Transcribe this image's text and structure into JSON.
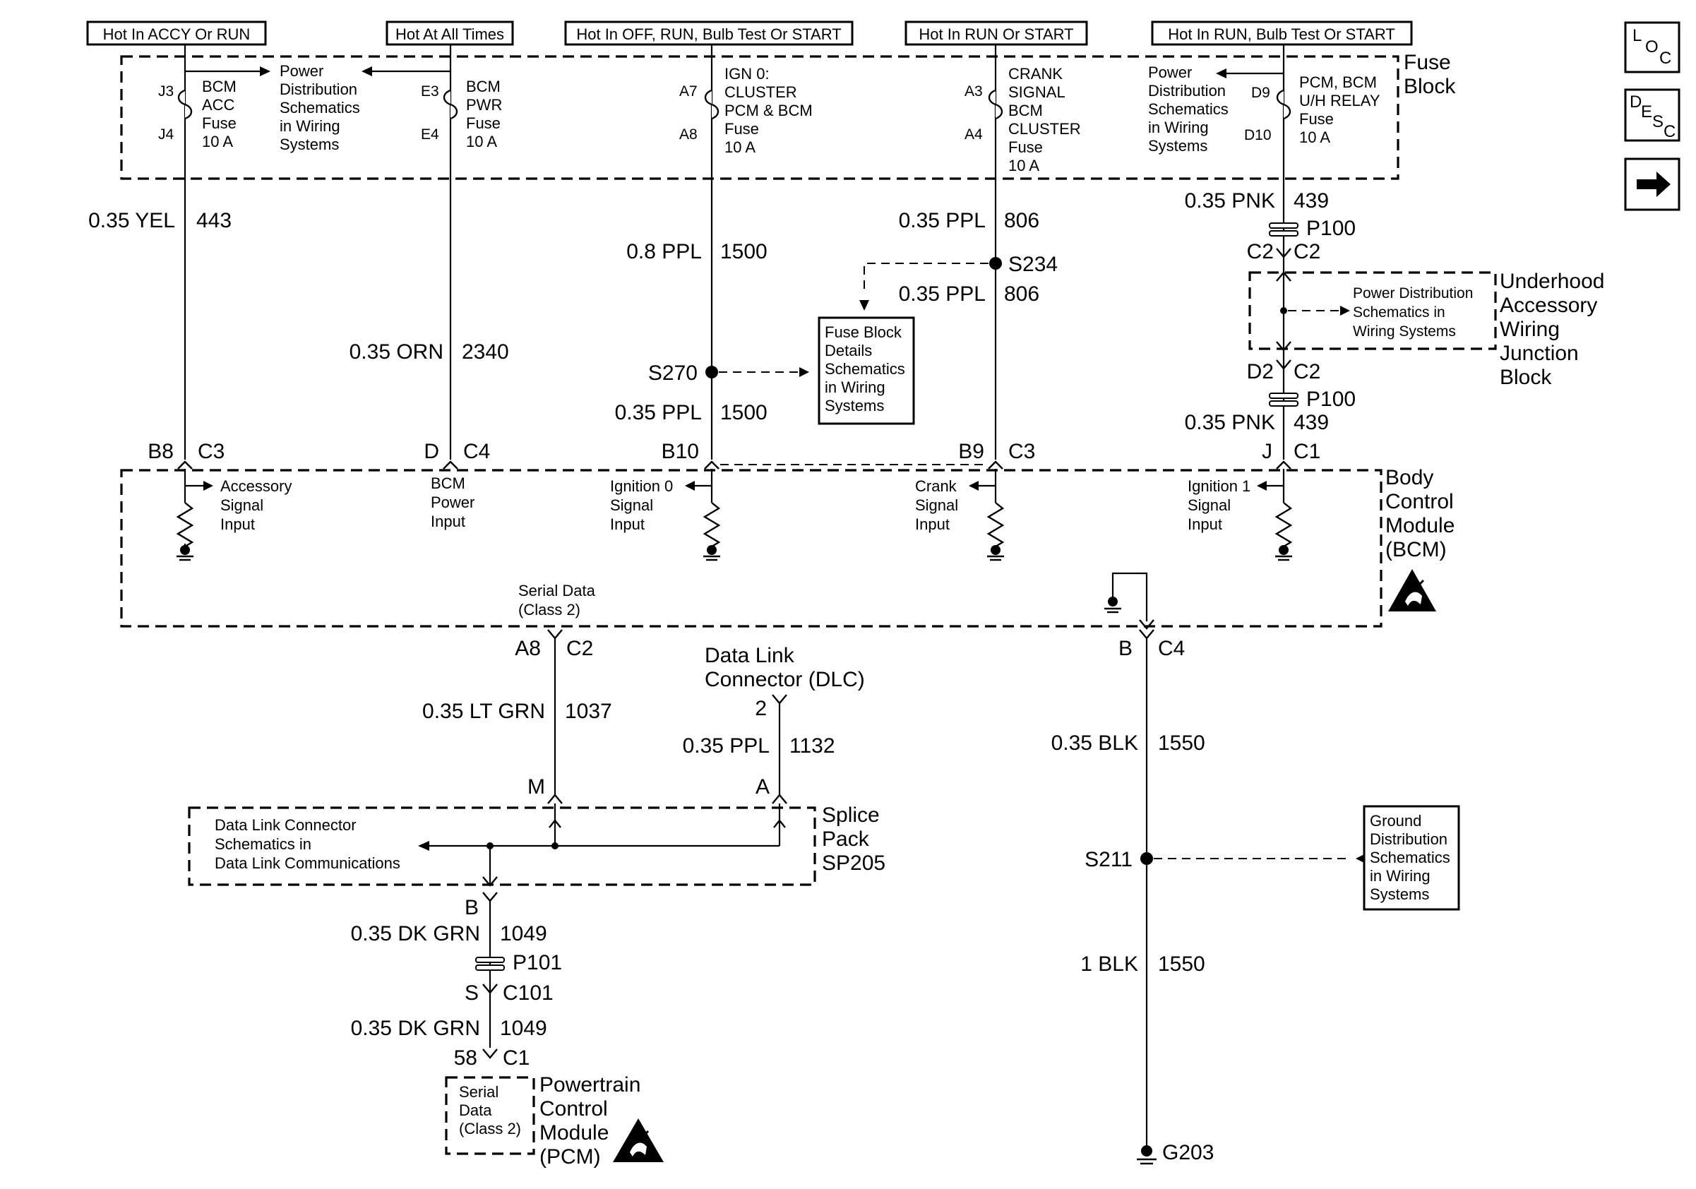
{
  "headers": {
    "h1": "Hot In ACCY Or RUN",
    "h2": "Hot At All Times",
    "h3": "Hot In OFF, RUN, Bulb Test Or START",
    "h4": "Hot In RUN Or START",
    "h5": "Hot In RUN, Bulb Test Or START"
  },
  "side_buttons": {
    "loc": [
      "L",
      "O",
      "C"
    ],
    "desc": [
      "D",
      "E",
      "S",
      "C"
    ],
    "next": "next-arrow-icon"
  },
  "fuse_block": {
    "title": [
      "Fuse",
      "Block"
    ],
    "f1": {
      "pin_top": "J3",
      "pin_bot": "J4",
      "label": [
        "BCM",
        "ACC",
        "Fuse",
        "10 A"
      ]
    },
    "f1_ref": [
      "Power",
      "Distribution",
      "Schematics",
      "in Wiring",
      "Systems"
    ],
    "f2": {
      "pin_top": "E3",
      "pin_bot": "E4",
      "label": [
        "BCM",
        "PWR",
        "Fuse",
        "10 A"
      ]
    },
    "f3": {
      "pin_top": "A7",
      "pin_bot": "A8",
      "label": [
        "IGN 0:",
        "CLUSTER",
        "PCM & BCM",
        "Fuse",
        "10 A"
      ]
    },
    "f4": {
      "pin_top": "A3",
      "pin_bot": "A4",
      "label": [
        "CRANK",
        "SIGNAL",
        "BCM",
        "CLUSTER",
        "Fuse",
        "10 A"
      ]
    },
    "f5_ref": [
      "Power",
      "Distribution",
      "Schematics",
      "in Wiring",
      "Systems"
    ],
    "f5": {
      "pin_top": "D9",
      "pin_bot": "D10",
      "label": [
        "PCM, BCM",
        "U/H RELAY",
        "Fuse",
        "10 A"
      ]
    }
  },
  "wires": {
    "w443": {
      "gauge": "0.35 YEL",
      "circuit": "443"
    },
    "w2340": {
      "gauge": "0.35 ORN",
      "circuit": "2340"
    },
    "w1500a": {
      "gauge": "0.8 PPL",
      "circuit": "1500"
    },
    "w1500b": {
      "gauge": "0.35 PPL",
      "circuit": "1500"
    },
    "w806a": {
      "gauge": "0.35 PPL",
      "circuit": "806"
    },
    "w806b": {
      "gauge": "0.35 PPL",
      "circuit": "806"
    },
    "w439a": {
      "gauge": "0.35 PNK",
      "circuit": "439"
    },
    "w439b": {
      "gauge": "0.35 PNK",
      "circuit": "439"
    },
    "w1037": {
      "gauge": "0.35 LT GRN",
      "circuit": "1037"
    },
    "w1132": {
      "gauge": "0.35 PPL",
      "circuit": "1132"
    },
    "w1049a": {
      "gauge": "0.35 DK GRN",
      "circuit": "1049"
    },
    "w1049b": {
      "gauge": "0.35 DK GRN",
      "circuit": "1049"
    },
    "w1550a": {
      "gauge": "0.35 BLK",
      "circuit": "1550"
    },
    "w1550b": {
      "gauge": "1 BLK",
      "circuit": "1550"
    }
  },
  "splices": {
    "s270": "S270",
    "s234": "S234",
    "s211": "S211"
  },
  "fuse_details_ref": [
    "Fuse Block",
    "Details",
    "Schematics",
    "in Wiring",
    "Systems"
  ],
  "p100": {
    "label_top": "P100",
    "label_bot": "P100",
    "c2_left_top": "C2",
    "c2_right_top": "C2",
    "d2": "D2",
    "c2_bot": "C2"
  },
  "underhood": {
    "title": [
      "Underhood",
      "Accessory",
      "Wiring",
      "Junction",
      "Block"
    ],
    "ref": [
      "Power Distribution",
      "Schematics in",
      "Wiring Systems"
    ]
  },
  "bcm_pins": {
    "p1": {
      "pin": "B8",
      "conn": "C3"
    },
    "p2": {
      "pin": "D",
      "conn": "C4"
    },
    "p3": {
      "pin": "B10"
    },
    "p4": {
      "pin": "B9",
      "conn": "C3"
    },
    "p5": {
      "pin": "J",
      "conn": "C1"
    }
  },
  "bcm": {
    "title": [
      "Body",
      "Control",
      "Module",
      "(BCM)"
    ],
    "in1": [
      "Accessory",
      "Signal",
      "Input"
    ],
    "in2": [
      "BCM",
      "Power",
      "Input"
    ],
    "in3": [
      "Ignition 0",
      "Signal",
      "Input"
    ],
    "in4": [
      "Crank",
      "Signal",
      "Input"
    ],
    "in5": [
      "Ignition 1",
      "Signal",
      "Input"
    ],
    "serial": [
      "Serial Data",
      "(Class 2)"
    ],
    "serial_pin": "A8",
    "serial_conn": "C2",
    "gnd_pin": "B",
    "gnd_conn": "C4"
  },
  "dlc": {
    "title": [
      "Data Link",
      "Connector (DLC)"
    ],
    "pin": "2"
  },
  "splice_pack": {
    "title": [
      "Splice",
      "Pack",
      "SP205"
    ],
    "ref": [
      "Data Link Connector",
      "Schematics in",
      "Data Link Communications"
    ],
    "pin_m": "M",
    "pin_a": "A",
    "pin_b": "B"
  },
  "p101": {
    "label": "P101",
    "pin": "S",
    "conn": "C101"
  },
  "pcm": {
    "pin": "58",
    "conn": "C1",
    "inner": [
      "Serial",
      "Data",
      "(Class 2)"
    ],
    "title": [
      "Powertrain",
      "Control",
      "Module",
      "(PCM)"
    ]
  },
  "ground_ref": [
    "Ground",
    "Distribution",
    "Schematics",
    "in Wiring",
    "Systems"
  ],
  "g203": "G203"
}
